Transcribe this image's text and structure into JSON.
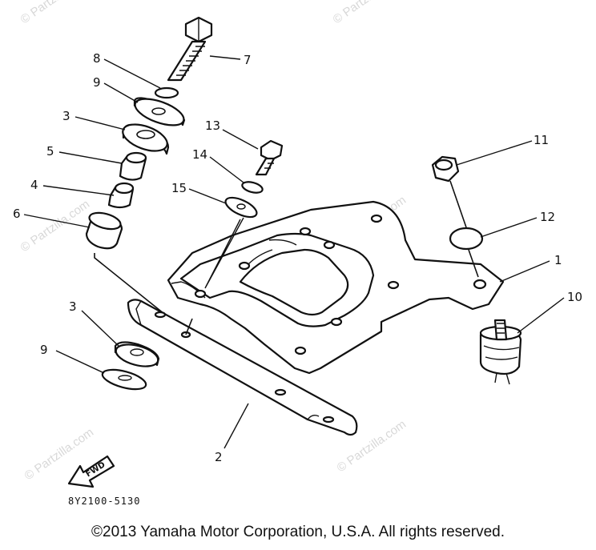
{
  "diagram": {
    "code": "8Y2100-5130",
    "copyright": "©2013 Yamaha Motor Corporation, U.S.A. All rights reserved.",
    "fwd_label": "FWD",
    "watermark": "© Partzilla.com",
    "callouts": [
      "1",
      "2",
      "3",
      "4",
      "5",
      "6",
      "7",
      "8",
      "9",
      "10",
      "11",
      "12",
      "13",
      "14",
      "15"
    ]
  },
  "callout_labels": {
    "c1": "1",
    "c2": "2",
    "c3a": "3",
    "c3b": "3",
    "c4": "4",
    "c5": "5",
    "c6": "6",
    "c7": "7",
    "c8": "8",
    "c9a": "9",
    "c9b": "9",
    "c10": "10",
    "c11": "11",
    "c12": "12",
    "c13": "13",
    "c14": "14",
    "c15": "15"
  }
}
